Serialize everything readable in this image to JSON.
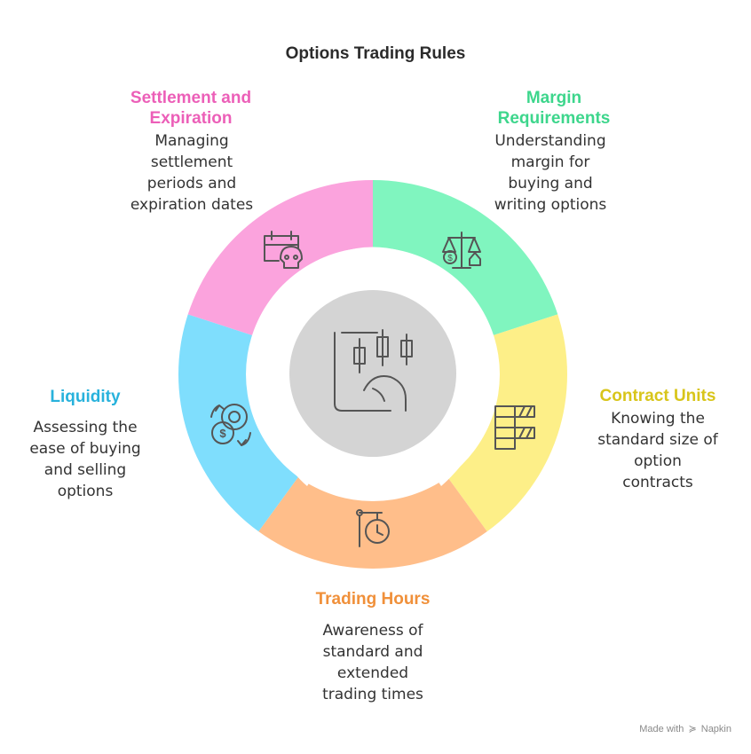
{
  "title": "Options Trading Rules",
  "segments": [
    {
      "label": "Margin Requirements",
      "label_lines": [
        "Margin",
        "Requirements"
      ],
      "description_lines": [
        "Understanding",
        "margin for",
        "buying and",
        "writing options"
      ],
      "color": "#80f5bf",
      "label_color": "#3dd68c",
      "icon": "scale-icon"
    },
    {
      "label": "Contract Units",
      "label_lines": [
        "Contract Units"
      ],
      "description_lines": [
        "Knowing the",
        "standard size of",
        "option",
        "contracts"
      ],
      "color": "#fdef88",
      "label_color": "#d8c51a",
      "icon": "bar-stack-icon"
    },
    {
      "label": "Trading Hours",
      "label_lines": [
        "Trading Hours"
      ],
      "description_lines": [
        "Awareness of",
        "standard and",
        "extended",
        "trading times"
      ],
      "color": "#ffbe8a",
      "label_color": "#f0903a",
      "icon": "hanging-clock-icon"
    },
    {
      "label": "Liquidity",
      "label_lines": [
        "Liquidity"
      ],
      "description_lines": [
        "Assessing the",
        "ease of buying",
        "and selling",
        "options"
      ],
      "color": "#7fdefd",
      "label_color": "#28b2dc",
      "icon": "coin-exchange-icon"
    },
    {
      "label": "Settlement and Expiration",
      "label_lines": [
        "Settlement and",
        "Expiration"
      ],
      "description_lines": [
        "Managing",
        "settlement",
        "periods and",
        "expiration dates"
      ],
      "color": "#fba3dd",
      "label_color": "#ec5fb8",
      "icon": "calendar-skull-icon"
    }
  ],
  "center": {
    "icon": "candlestick-hand-icon",
    "color": "#d4d4d4"
  },
  "footer": {
    "prefix": "Made with",
    "brand": "Napkin"
  }
}
